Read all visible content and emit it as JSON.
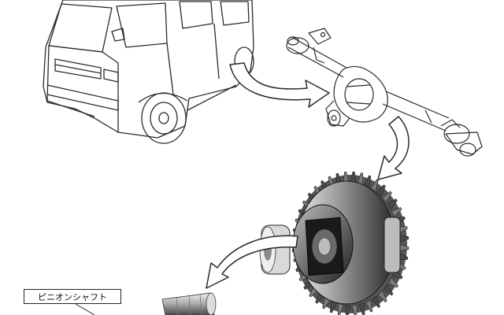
{
  "callout": {
    "label": "ピニオンシャフト"
  },
  "icons": [
    "van-illustration",
    "rear-axle-housing",
    "differential-assembly",
    "pinion-shaft",
    "flow-arrow"
  ],
  "colors": {
    "line": "#2a2a2a",
    "arrow_fill": "#ffffff",
    "metal_dark": "#3a3a3a",
    "metal_light": "#cfcfcf",
    "background": "#ffffff"
  }
}
